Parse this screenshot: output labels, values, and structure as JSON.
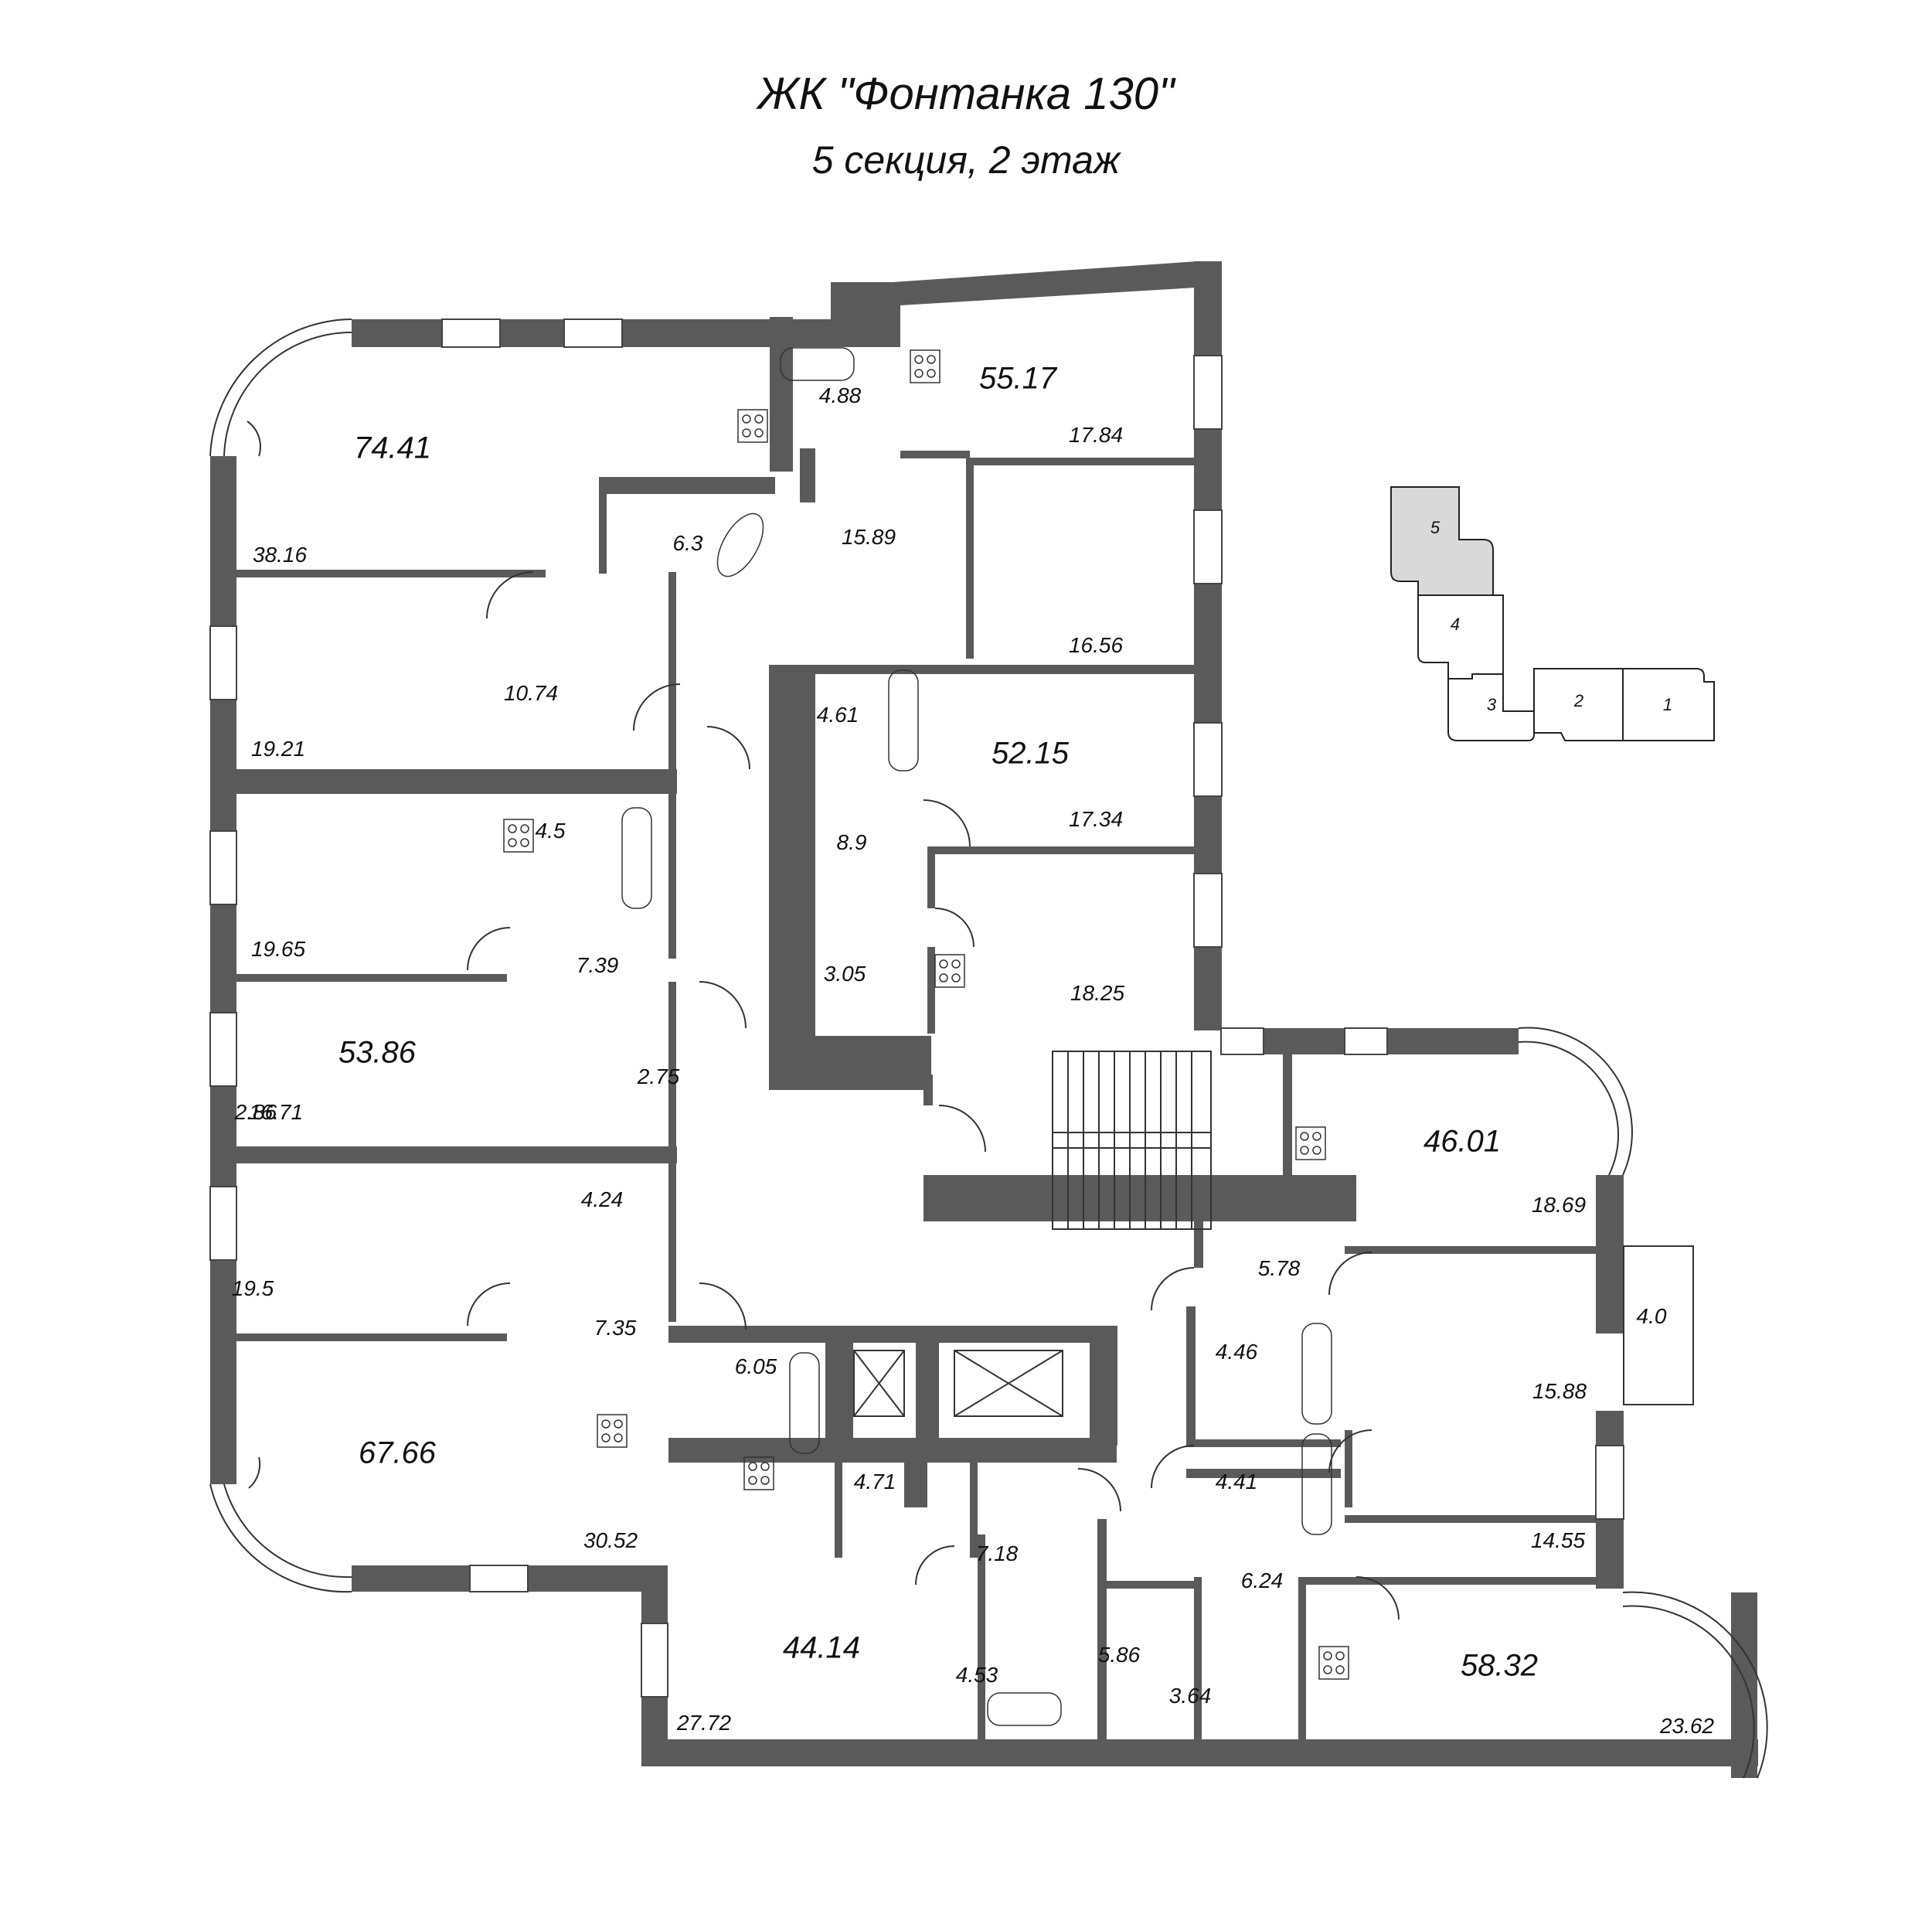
{
  "header": {
    "title": "ЖК \"Фонтанка 130\"",
    "subtitle": "5 секция, 2 этаж"
  },
  "colors": {
    "wall": "#5a5a5a",
    "background": "#ffffff",
    "highlighted_section": "#d9d9d9",
    "line": "#222222"
  },
  "apartments": [
    {
      "total": "74.41",
      "rooms": [
        "38.16",
        "19.21",
        "10.74",
        "6.3"
      ]
    },
    {
      "total": "55.17",
      "rooms": [
        "17.84",
        "16.56",
        "15.89",
        "4.88"
      ]
    },
    {
      "total": "52.15",
      "rooms": [
        "17.34",
        "18.25",
        "8.9",
        "4.61",
        "3.05"
      ]
    },
    {
      "total": "53.86",
      "rooms": [
        "19.65",
        "16.71",
        "7.39",
        "4.5",
        "2.86",
        "2.75"
      ]
    },
    {
      "total": "67.66",
      "rooms": [
        "30.52",
        "19.5",
        "7.35",
        "6.05",
        "4.24"
      ]
    },
    {
      "total": "44.14",
      "rooms": [
        "27.72",
        "7.18",
        "4.71",
        "4.53"
      ]
    },
    {
      "total": "46.01",
      "rooms": [
        "18.69",
        "15.88",
        "5.78",
        "4.46",
        "4.0"
      ]
    },
    {
      "total": "58.32",
      "rooms": [
        "23.62",
        "14.55",
        "6.24",
        "5.86",
        "4.41",
        "3.64"
      ]
    }
  ],
  "labels": {
    "a74": "74.41",
    "r3816": "38.16",
    "r1921": "19.21",
    "r1074": "10.74",
    "r63": "6.3",
    "a5517": "55.17",
    "r1784": "17.84",
    "r1656": "16.56",
    "r1589": "15.89",
    "r488": "4.88",
    "a5215": "52.15",
    "r1734": "17.34",
    "r1825": "18.25",
    "r89": "8.9",
    "r461": "4.61",
    "r305": "3.05",
    "a5386": "53.86",
    "r1965": "19.65",
    "r1671": "16.71",
    "r739": "7.39",
    "r45": "4.5",
    "r286": "2.86",
    "r275": "2.75",
    "a6766": "67.66",
    "r3052": "30.52",
    "r195": "19.5",
    "r735": "7.35",
    "r605": "6.05",
    "r424": "4.24",
    "a4414": "44.14",
    "r2772": "27.72",
    "r718": "7.18",
    "r471": "4.71",
    "r453": "4.53",
    "a4601": "46.01",
    "r1869": "18.69",
    "r1588": "15.88",
    "r578": "5.78",
    "r446": "4.46",
    "r40": "4.0",
    "a5832": "58.32",
    "r2362": "23.62",
    "r1455": "14.55",
    "r624": "6.24",
    "r586": "5.86",
    "r441": "4.41",
    "r364": "3.64"
  },
  "key_plan": {
    "sections": [
      "5",
      "4",
      "3",
      "2",
      "1"
    ],
    "highlighted": "5"
  }
}
